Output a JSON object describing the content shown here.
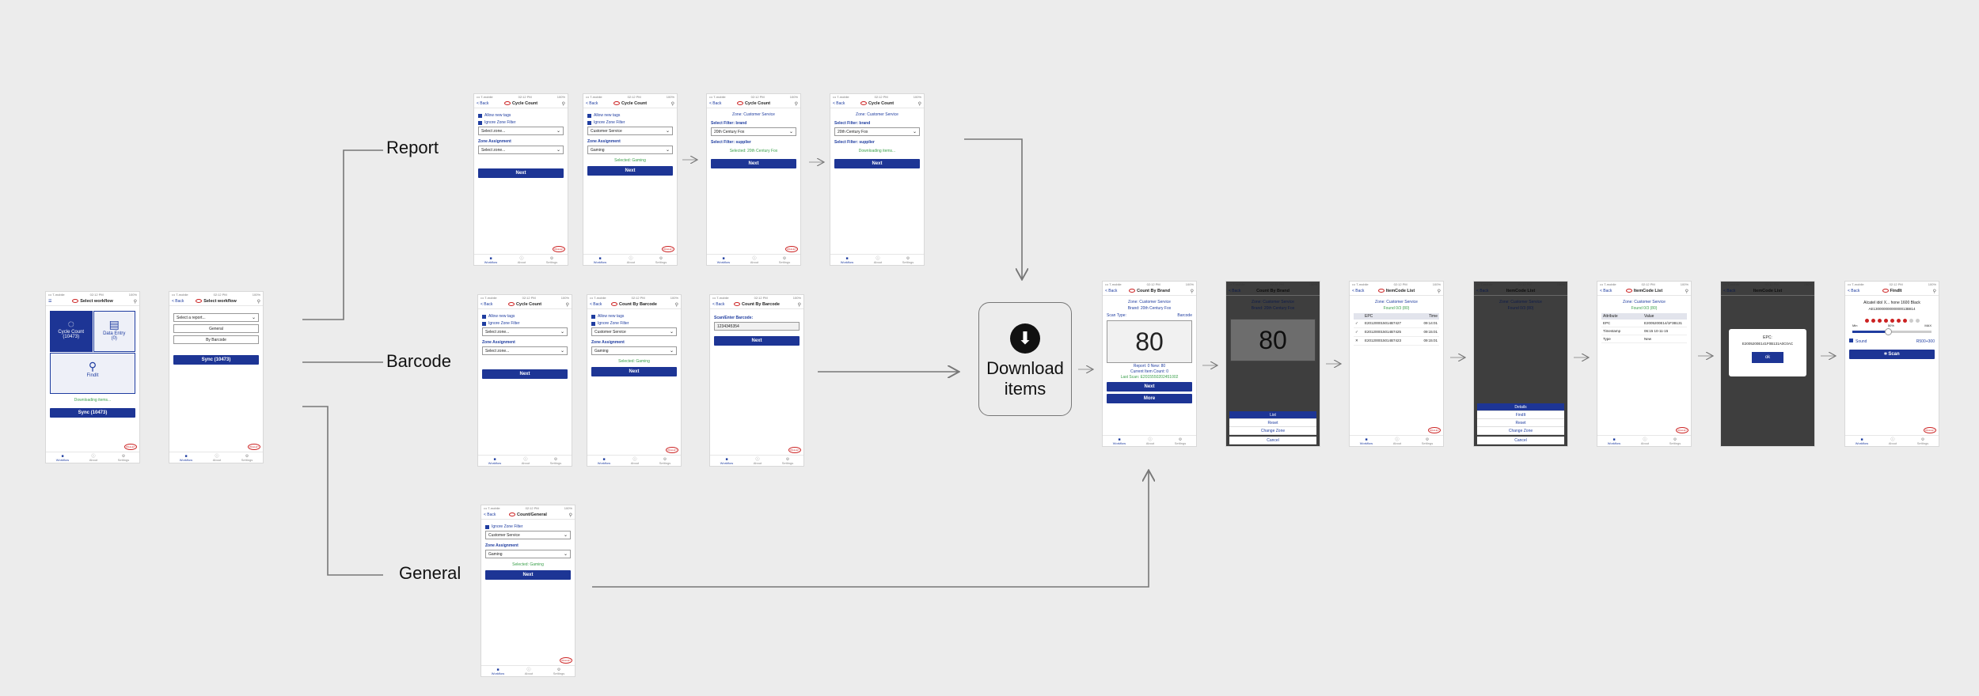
{
  "branches": {
    "report": "Report",
    "barcode": "Barcode",
    "general": "General"
  },
  "download_node": {
    "label": "Download items",
    "icon": "download-circle-icon"
  },
  "common": {
    "status_left": "••• T-mobile",
    "status_time": "02:12 PM",
    "status_right": "100%",
    "back": "< Back",
    "tabs": [
      "Workflow",
      "About",
      "Settings"
    ],
    "brand_badge": "WALLEY",
    "next": "Next"
  },
  "screens": {
    "wf1": {
      "title": "Select workflow",
      "tile_cycle": "Cycle Count",
      "tile_cycle_count": "(10473)",
      "tile_data": "Data Entry",
      "tile_data_count": "(0)",
      "tile_findit": "FindIt",
      "downloading": "Downloading items...",
      "sync": "Sync (10473)"
    },
    "wf2": {
      "title": "Select workflow",
      "report_select": "Select a report...",
      "general": "General",
      "by_barcode": "By Barcode",
      "sync": "Sync (10473)"
    },
    "cc_title": "Cycle Count",
    "allow_new_tags": "Allow new tags",
    "ignore_zone_filter": "Ignore Zone Filter",
    "zone_assignment": "Zone Assignment",
    "select_zone": "Select zone...",
    "customer_service": "Customer Service",
    "gaming": "Gaming",
    "selected_gaming": "Selected: Gaming",
    "zone_cs": "Zone: Customer Service",
    "select_filter_brand": "Select Filter: brand",
    "century_fox": "20th Century Fox",
    "select_filter_supplier": "Select Filter: supplier",
    "selected_fox": "Selected: 20th Century Fox",
    "downloading_items": "Downloading items...",
    "cbb_title": "Count By Barcode",
    "scan_enter_barcode": "Scan/Enter Barcode:",
    "barcode_value": "1234345354",
    "cg_title": "Count/General",
    "count_brand": {
      "title": "Count By Brand",
      "zone": "Zone: Customer Service",
      "brand": "Brand: 20th Century Fox",
      "scan_type": "Scan Type:",
      "scan_type_val": "Barcode",
      "big": "80",
      "report": "Report: 0  New: 80",
      "current": "Current Item Count: 0",
      "last": "Last Scan: E2015550202451002",
      "next": "Next",
      "more": "More"
    },
    "sheet1": [
      "List",
      "Reset",
      "Change Zone",
      "Cancel"
    ],
    "itemcode": {
      "title": "ItemCode List",
      "zone": "Zone: Customer Service",
      "found": "Found 0/3 (80)",
      "col_epc": "EPC",
      "col_time": "Time",
      "rows": [
        {
          "mark": "✓",
          "epc": "E201200015014B7427",
          "time": "09:14:01"
        },
        {
          "mark": "✓",
          "epc": "E201200015014B7425",
          "time": "09:15:01"
        },
        {
          "mark": "✕",
          "epc": "E201200015014B7423",
          "time": "09:15:01"
        }
      ]
    },
    "sheet2": [
      "Details",
      "FindIt",
      "Reset",
      "Change Zone",
      "Cancel"
    ],
    "details": {
      "title": "ItemCode List",
      "zone": "Zone: Customer Service",
      "found": "Found 0/3 (80)",
      "col_attr": "Attribute",
      "col_val": "Value",
      "rows": [
        {
          "a": "EPC",
          "v": "E2005200E14/1F3B131"
        },
        {
          "a": "Timestamp",
          "v": "06:15  10-11-15"
        },
        {
          "a": "Type",
          "v": "New"
        }
      ]
    },
    "epc_dialog": {
      "label": "EPC:",
      "value": "E2005200E141F0B131A0C0AC",
      "ok": "ok"
    },
    "findit": {
      "title": "FindIt",
      "product": "Alcatel idol X... hone 1600 Black",
      "code": "AE13000000000000013B814",
      "min": "Min",
      "mid": "50%",
      "max": "MAX",
      "sound": "Sound",
      "range": "R500+300",
      "scan": "Scan",
      "level": 0.45
    }
  }
}
